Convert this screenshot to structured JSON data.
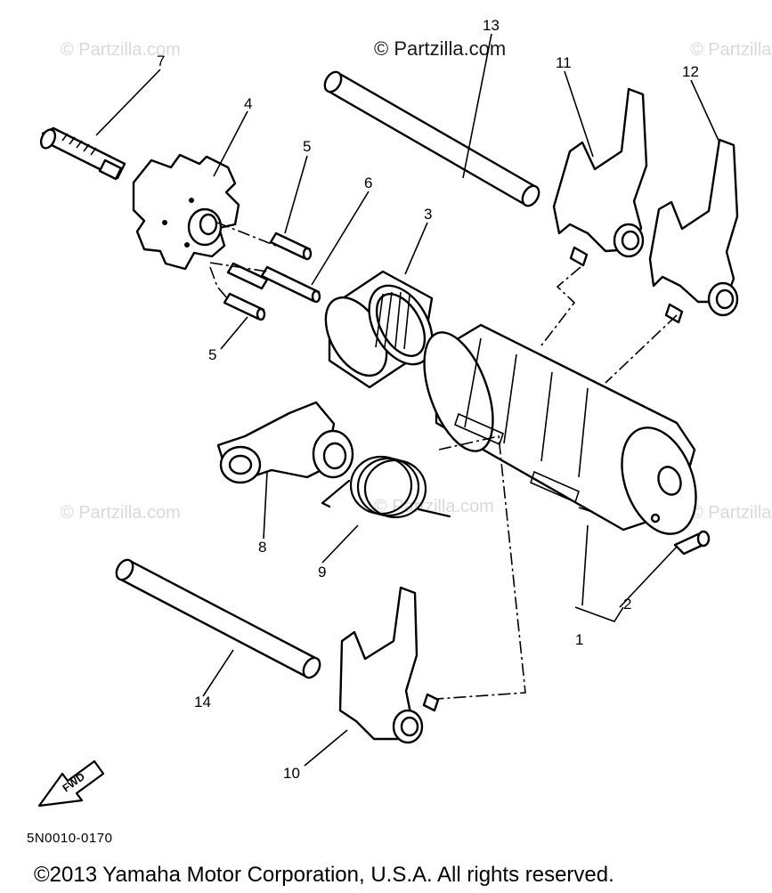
{
  "watermarks": {
    "main": "© Partzilla.com",
    "faint": "© Partzilla.com"
  },
  "callouts": {
    "c1": "1",
    "c2": "2",
    "c3": "3",
    "c4": "4",
    "c5a": "5",
    "c5b": "5",
    "c6": "6",
    "c7": "7",
    "c8": "8",
    "c9": "9",
    "c10": "10",
    "c11": "11",
    "c12": "12",
    "c13": "13",
    "c14": "14"
  },
  "direction_marker": "FWD",
  "diagram_code": "5N0010-0170",
  "copyright": "©2013  Yamaha Motor Corporation, U.S.A. All rights reserved."
}
